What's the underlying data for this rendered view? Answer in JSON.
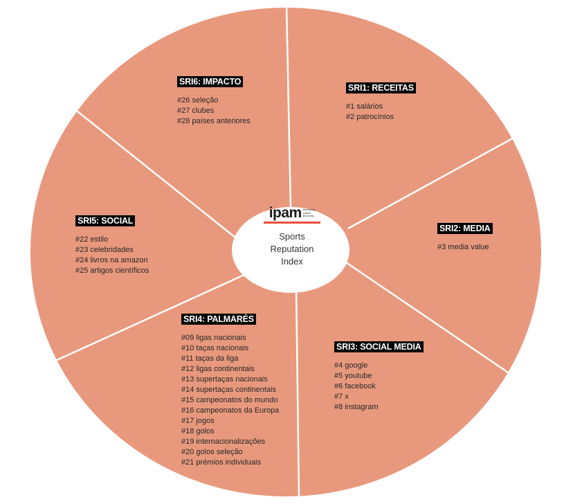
{
  "colors": {
    "segment_fill": "#e8997d",
    "segment_border": "#ffffff",
    "hub_fill": "#ffffff",
    "logo_accent": "#e74c3c"
  },
  "center": {
    "logo_text": "ipam",
    "logo_tagline": [
      "Marketing",
      "Leads",
      "Business"
    ],
    "label_lines": [
      "Sports",
      "Reputation",
      "Index"
    ]
  },
  "segments": [
    {
      "title": "SRI1: RECEITAS",
      "items": [
        "#1 salários",
        "#2 patrocínios"
      ]
    },
    {
      "title": "SRI2: MEDIA",
      "items": [
        "#3 media value"
      ]
    },
    {
      "title": "SRI3: SOCIAL MEDIA",
      "items": [
        "#4 google",
        "#5 youtube",
        "#6 facebook",
        "#7 x",
        "#8 instagram"
      ]
    },
    {
      "title": "SRI4: PALMARÉS",
      "items": [
        "#09 ligas nacionais",
        "#10 taças nacionais",
        "#11 taças da liga",
        "#12 ligas continentais",
        "#13 supertaças nacionais",
        "#14 supertaças continentais",
        "#15 campeonatos do mundo",
        "#16 campeonatos da Europa",
        "#17 jogos",
        "#18 golos",
        "#19 internacionalizações",
        "#20 golos seleção",
        "#21 prémios individuais"
      ]
    },
    {
      "title": "SRI5: SOCIAL",
      "items": [
        "#22 estilo",
        "#23 celebridades",
        "#24 livros na amazon",
        "#25 artigos científicos"
      ]
    },
    {
      "title": "SRI6: IMPACTO",
      "items": [
        "#26 seleção",
        "#27 clubes",
        "#28 países anteriores"
      ]
    }
  ]
}
